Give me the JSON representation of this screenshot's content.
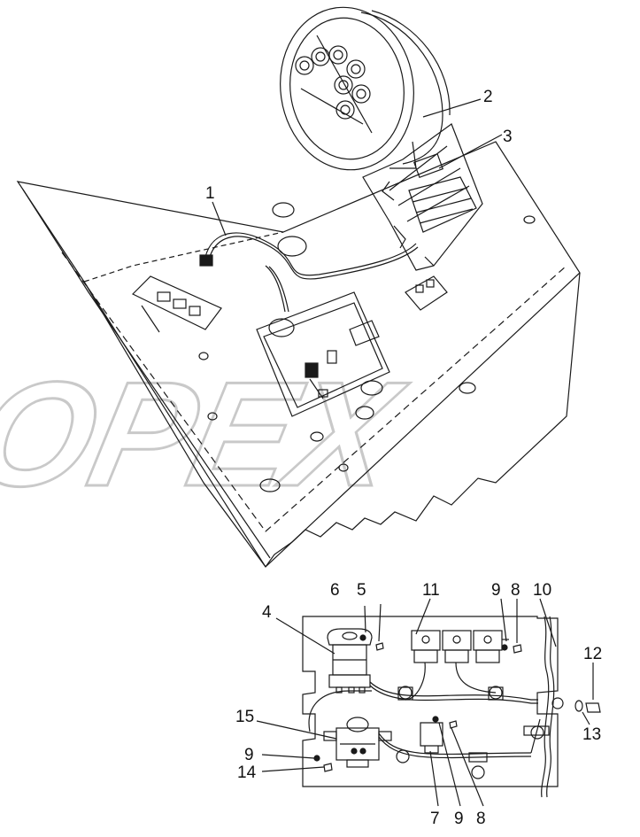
{
  "watermark": {
    "text": "OPEX"
  },
  "top_callouts": [
    "1",
    "2",
    "3"
  ],
  "bottom_callouts": [
    "4",
    "5",
    "6",
    "11",
    "9",
    "8",
    "10",
    "12",
    "13",
    "15",
    "9",
    "14",
    "7",
    "9",
    "8"
  ],
  "colors": {
    "line": "#1a1a1a",
    "paper": "#ffffff",
    "watermark": "#c9c9c9"
  }
}
